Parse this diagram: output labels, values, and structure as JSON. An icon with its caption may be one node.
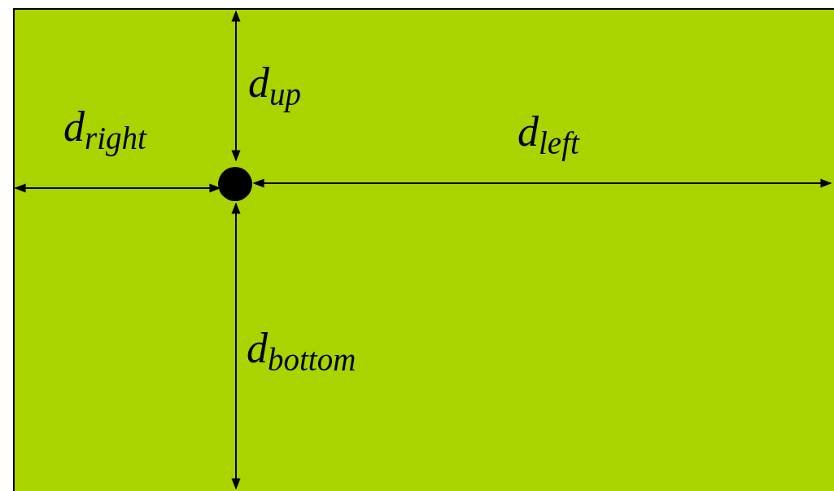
{
  "diagram": {
    "labels": [
      "d$_{up}$",
      "d$_{right}$",
      "d$_{left}$",
      "d$_{bottom}$"
    ]
  }
}
